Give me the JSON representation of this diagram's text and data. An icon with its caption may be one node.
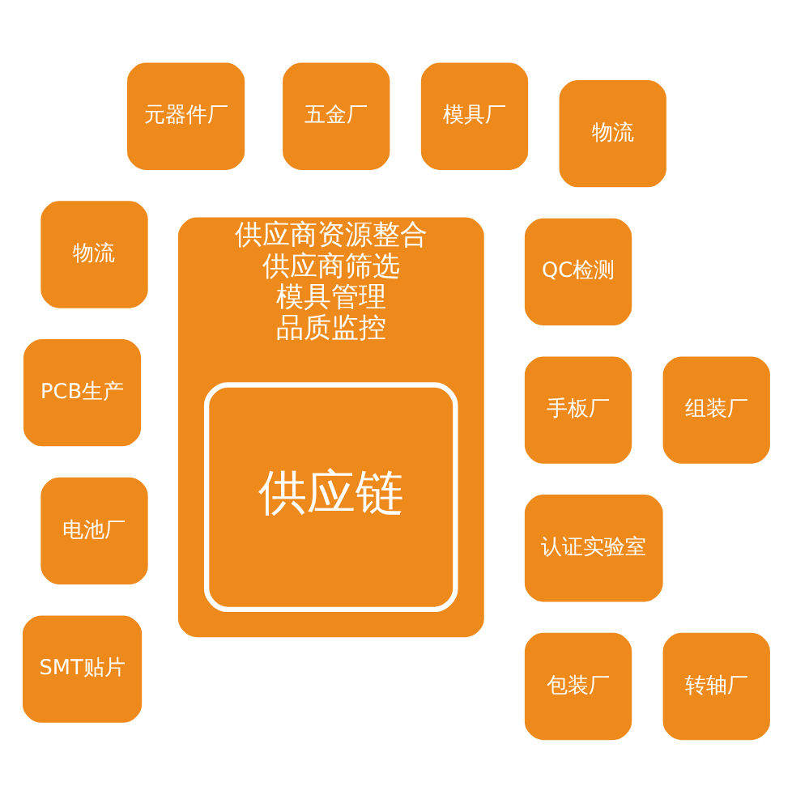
{
  "diagram": {
    "nodes": [
      {
        "text": [
          "供应商资源整合",
          "供应商筛选",
          "模具管理",
          "品质监控"
        ]
      },
      {
        "text": [
          "供应链"
        ],
        "in": 0
      },
      {
        "text": [
          "手板厂"
        ]
      },
      {
        "text": [
          "QC检测"
        ]
      },
      {
        "text": [
          "物流"
        ]
      },
      {
        "text": [
          "模具厂"
        ]
      },
      {
        "text": [
          "认证实验室"
        ]
      },
      {
        "text": [
          "五金厂"
        ]
      },
      {
        "text": [
          "元器件厂"
        ]
      },
      {
        "text": [
          "物流"
        ]
      },
      {
        "text": [
          "PCB生产"
        ]
      },
      {
        "text": [
          "电池厂"
        ]
      },
      {
        "text": [
          "SMT贴片"
        ]
      },
      {
        "text": [
          "包装厂"
        ]
      },
      {
        "text": [
          "转轴厂"
        ]
      },
      {
        "text": [
          "组装厂"
        ]
      }
    ],
    "edges": []
  }
}
